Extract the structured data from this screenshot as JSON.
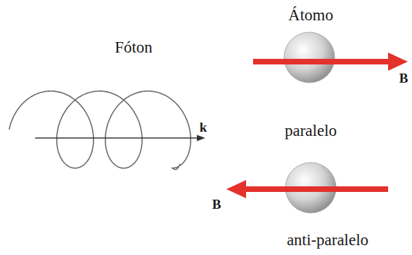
{
  "diagram": {
    "labels": [
      "Fóton",
      "k",
      "Átomo",
      "B",
      "paralelo",
      "B",
      "anti-paralelo"
    ]
  }
}
